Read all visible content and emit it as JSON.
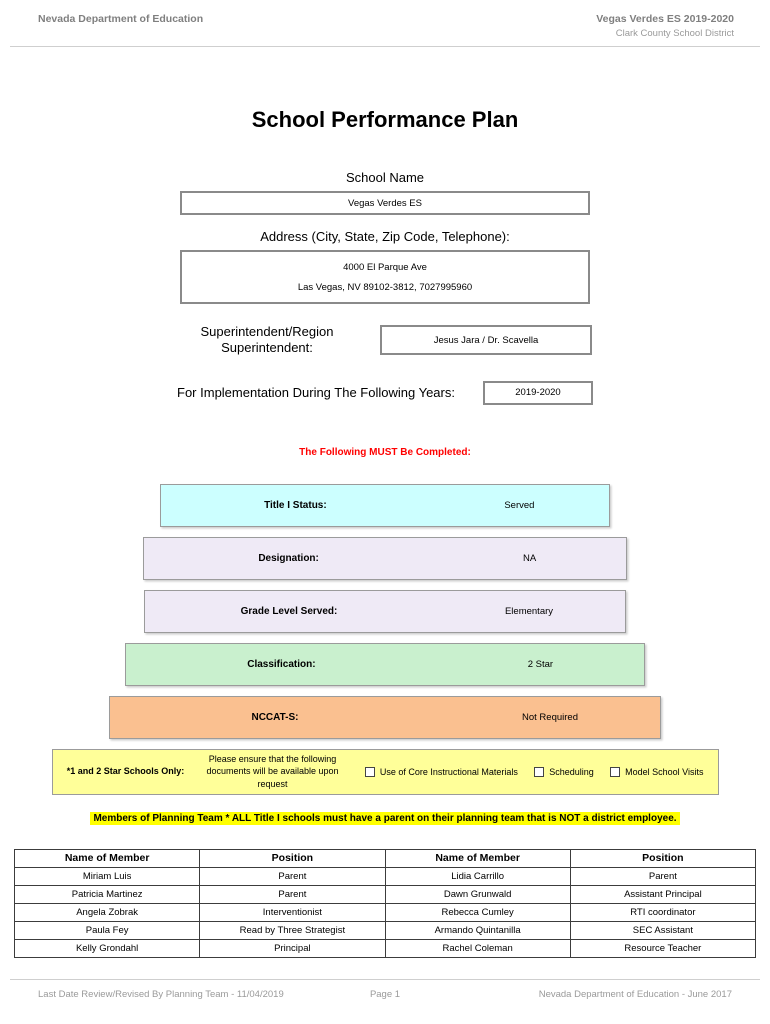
{
  "header": {
    "left": "Nevada Department of Education",
    "right_line1": "Vegas Verdes ES  2019-2020",
    "right_line2": "Clark County School District"
  },
  "title": "School Performance Plan",
  "form": {
    "school_name_label": "School Name",
    "school_name_value": "Vegas Verdes ES",
    "address_label": "Address (City, State, Zip Code, Telephone):",
    "address_line1": "4000 El Parque Ave",
    "address_line2": "Las Vegas, NV  89102-3812, 7027995960",
    "superintendent_label": "Superintendent/Region Superintendent:",
    "superintendent_value": "Jesus Jara / Dr. Scavella",
    "implementation_label": "For Implementation During The Following Years:",
    "implementation_value": "2019-2020"
  },
  "must_complete_notice": "The Following MUST Be Completed:",
  "status_rows": [
    {
      "label": "Title I Status:",
      "value": "Served",
      "color": "#CCFFFF"
    },
    {
      "label": "Designation:",
      "value": "NA",
      "color": "#EFEAF6"
    },
    {
      "label": "Grade Level Served:",
      "value": "Elementary",
      "color": "#EFEAF6"
    },
    {
      "label": "Classification:",
      "value": "2 Star",
      "color": "#C9F0CE"
    },
    {
      "label": "NCCAT-S:",
      "value": "Not Required",
      "color": "#FAC090"
    }
  ],
  "star_schools": {
    "label": "*1 and 2 Star Schools Only:",
    "note": "Please ensure that the following documents will be available upon request",
    "checkboxes": [
      "Use of Core Instructional Materials",
      "Scheduling",
      "Model School Visits"
    ],
    "bg_color": "#FFFF99"
  },
  "planning_team_notice": "Members of Planning Team * ALL Title I schools must have a parent on their planning team that is NOT a district employee.",
  "colors": {
    "highlight": "#FFFF00",
    "notice_red": "#FF0000"
  },
  "members_table": {
    "headers": [
      "Name of Member",
      "Position",
      "Name of Member",
      "Position"
    ],
    "rows": [
      [
        "Miriam Luis",
        "Parent",
        "Lidia Carrillo",
        "Parent"
      ],
      [
        "Patricia Martinez",
        "Parent",
        "Dawn Grunwald",
        "Assistant Principal"
      ],
      [
        "Angela Zobrak",
        "Interventionist",
        "Rebecca Cumley",
        "RTI coordinator"
      ],
      [
        "Paula Fey",
        "Read by Three Strategist",
        "Armando Quintanilla",
        "SEC Assistant"
      ],
      [
        "Kelly Grondahl",
        "Principal",
        "Rachel Coleman",
        "Resource Teacher"
      ]
    ]
  },
  "footer": {
    "left": "Last Date Review/Revised By Planning Team - 11/04/2019",
    "center": "Page 1",
    "right": "Nevada Department of Education - June 2017"
  }
}
